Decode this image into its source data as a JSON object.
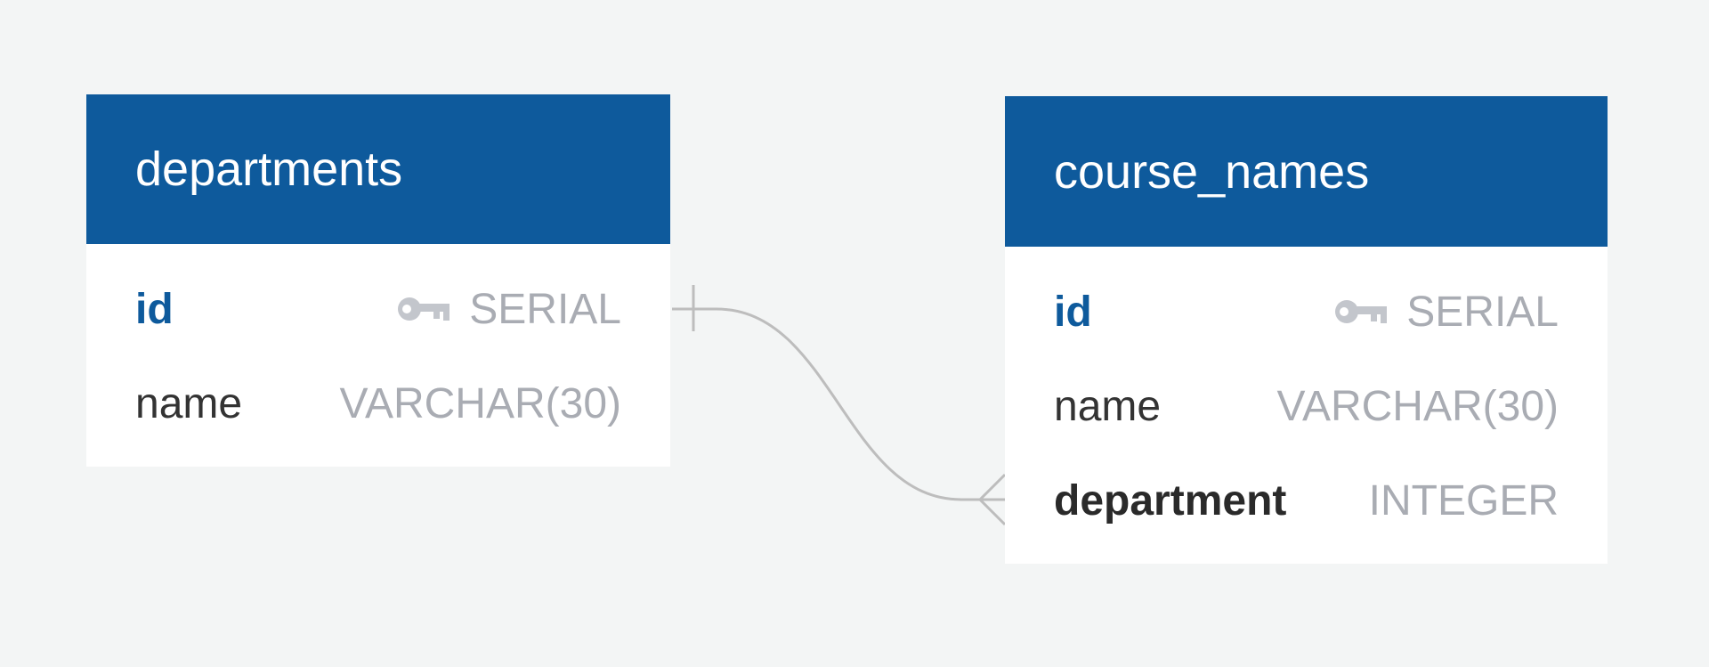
{
  "colors": {
    "background": "#f3f5f5",
    "header": "#0e5a9c",
    "header_text": "#ffffff",
    "pk_text": "#0e5a9c",
    "type_text": "#a9acb3",
    "relation_line": "#bdbdbd"
  },
  "tables": {
    "departments": {
      "title": "departments",
      "columns": [
        {
          "name": "id",
          "type": "SERIAL",
          "primary_key": true,
          "icon": "key-icon"
        },
        {
          "name": "name",
          "type": "VARCHAR(30)"
        }
      ]
    },
    "course_names": {
      "title": "course_names",
      "columns": [
        {
          "name": "id",
          "type": "SERIAL",
          "primary_key": true,
          "icon": "key-icon"
        },
        {
          "name": "name",
          "type": "VARCHAR(30)"
        },
        {
          "name": "department",
          "type": "INTEGER",
          "foreign_key": true
        }
      ]
    }
  },
  "relationships": [
    {
      "from_table": "departments",
      "from_column": "id",
      "from_cardinality": "one",
      "to_table": "course_names",
      "to_column": "department",
      "to_cardinality": "many"
    }
  ]
}
